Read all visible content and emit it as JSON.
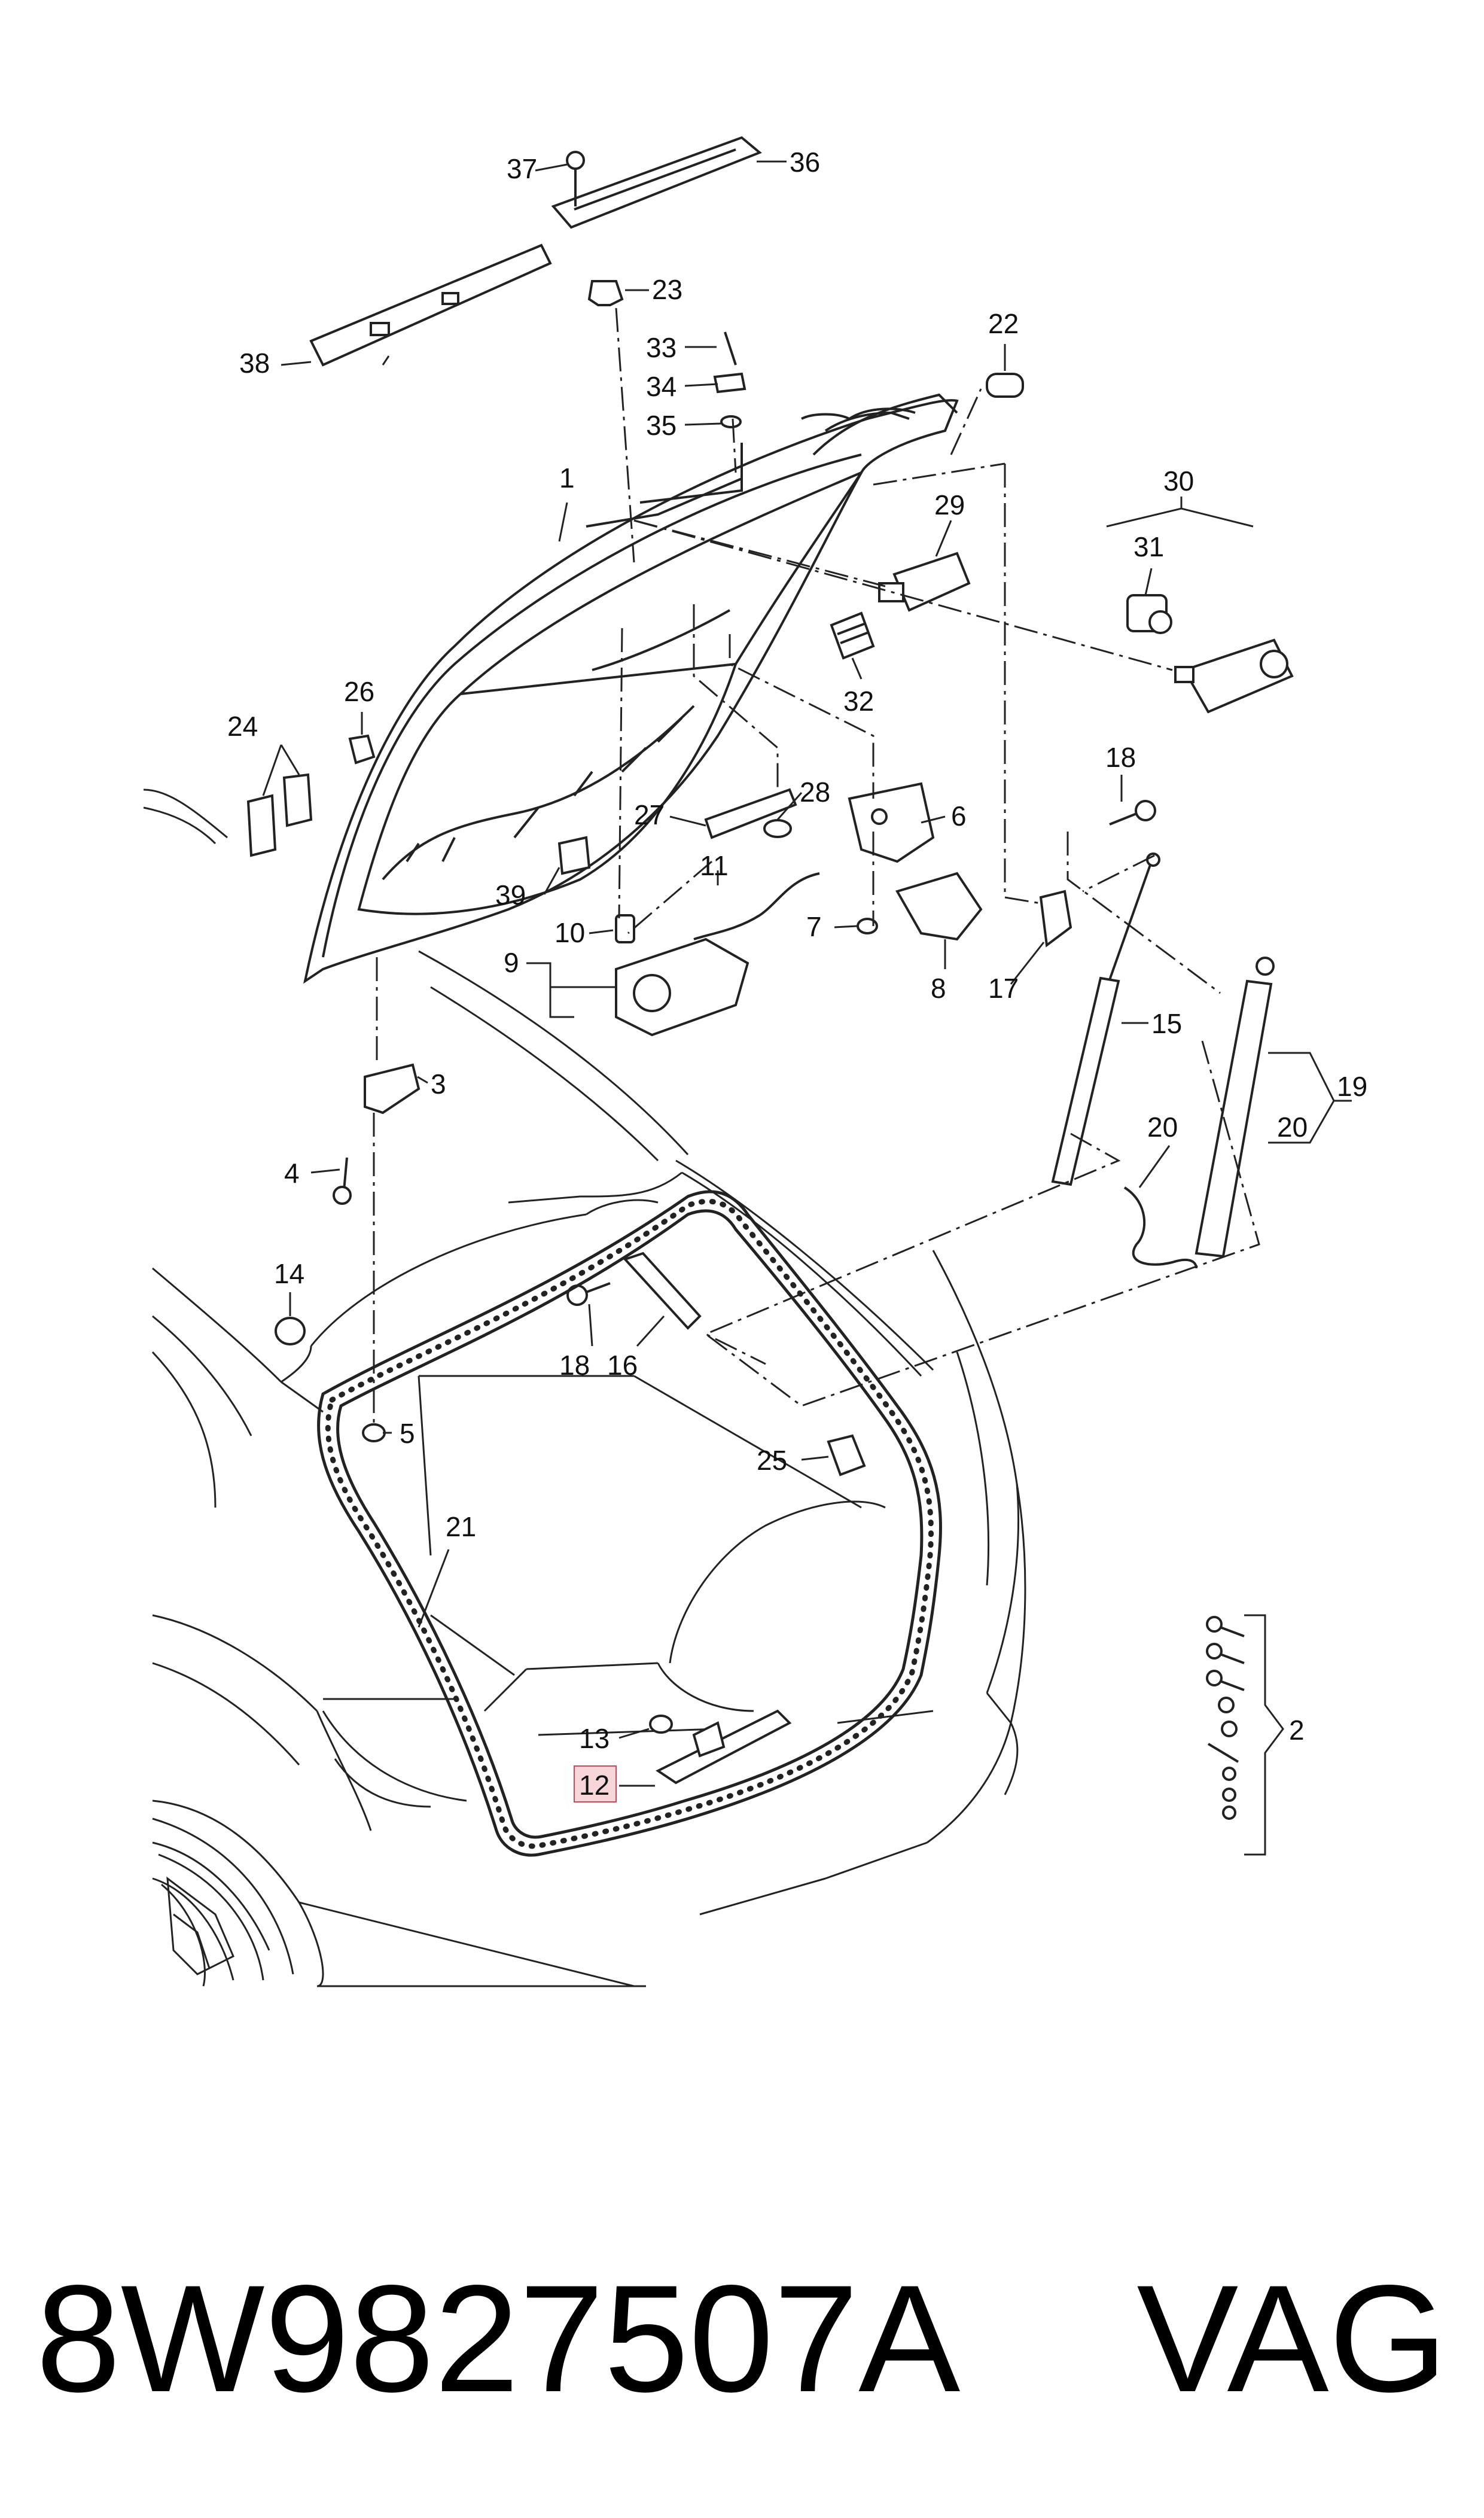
{
  "callouts": {
    "c1": "1",
    "c2": "2",
    "c3": "3",
    "c4": "4",
    "c5": "5",
    "c6": "6",
    "c7": "7",
    "c8": "8",
    "c9": "9",
    "c10": "10",
    "c11": "11",
    "c12": "12",
    "c13": "13",
    "c14": "14",
    "c15": "15",
    "c16": "16",
    "c17": "17",
    "c18a": "18",
    "c18b": "18",
    "c19": "19",
    "c20a": "20",
    "c20b": "20",
    "c21": "21",
    "c22": "22",
    "c23": "23",
    "c24": "24",
    "c25": "25",
    "c26": "26",
    "c27": "27",
    "c28": "28",
    "c29": "29",
    "c30": "30",
    "c31": "31",
    "c32": "32",
    "c33": "33",
    "c34": "34",
    "c35": "35",
    "c36": "36",
    "c37": "37",
    "c38": "38",
    "c39": "39"
  },
  "highlighted_callout": "12",
  "footer": {
    "part_number": "8W9827507A",
    "brand": "VAG"
  }
}
